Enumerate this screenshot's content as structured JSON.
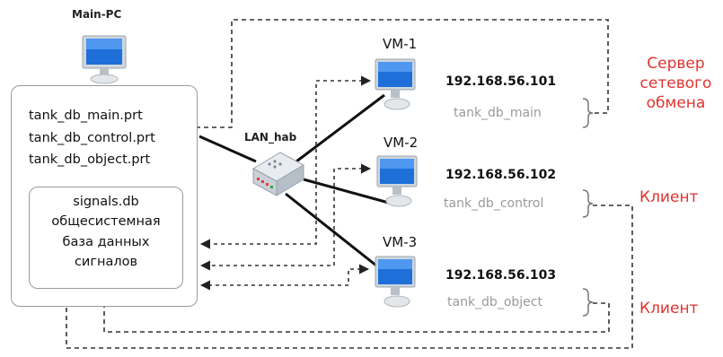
{
  "main_pc": {
    "title": "Main-PC",
    "files": [
      "tank_db_main.prt",
      "tank_db_control.prt",
      "tank_db_object.prt"
    ],
    "signals_box": [
      "signals.db",
      "общесистемная",
      "база данных",
      "сигналов"
    ]
  },
  "hub": {
    "label": "LAN_hab"
  },
  "vms": [
    {
      "name": "VM-1",
      "ip": "192.168.56.101",
      "db": "tank_db_main"
    },
    {
      "name": "VM-2",
      "ip": "192.168.56.102",
      "db": "tank_db_control"
    },
    {
      "name": "VM-3",
      "ip": "192.168.56.103",
      "db": "tank_db_object"
    }
  ],
  "roles": {
    "server": [
      "Сервер",
      "сетевого",
      "обмена"
    ],
    "client1": "Клиент",
    "client2": "Клиент"
  },
  "colors": {
    "role_text": "#e0332f",
    "db_text": "#9a9a9a",
    "box_border": "#9a9a9a"
  }
}
